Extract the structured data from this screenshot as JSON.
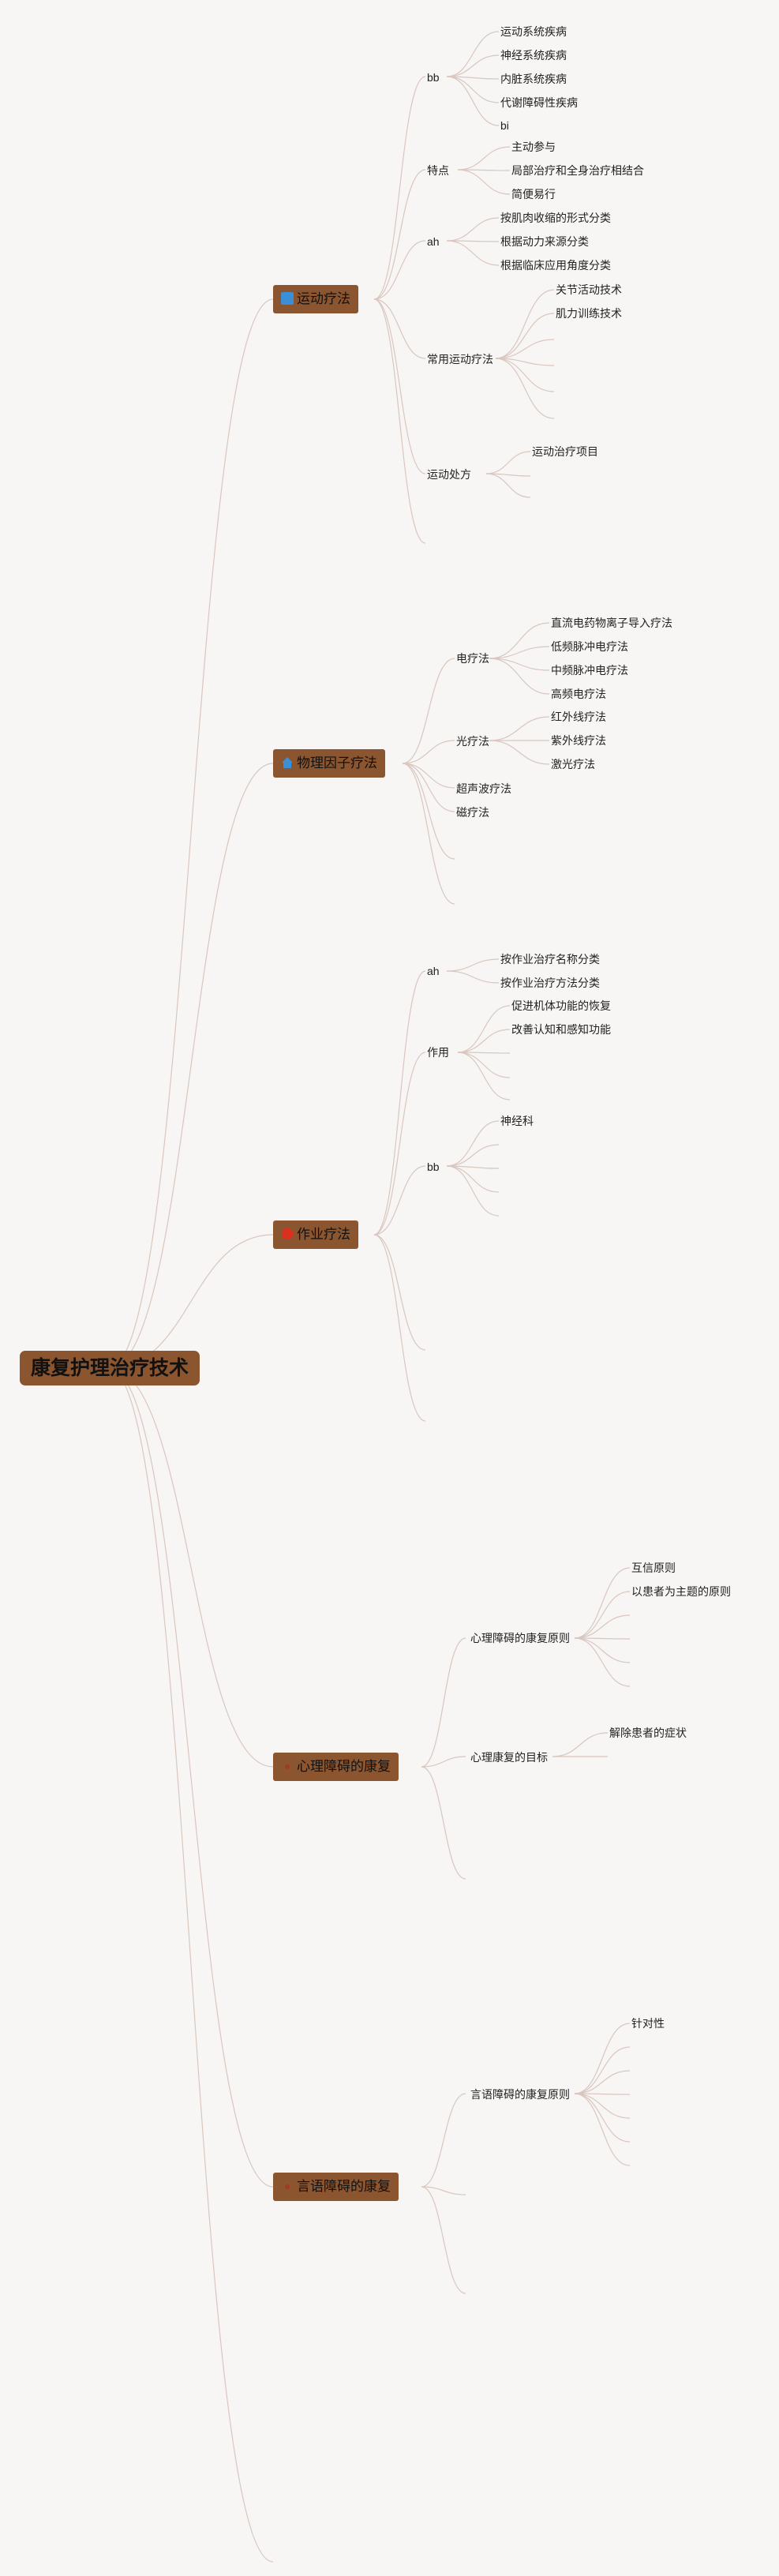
{
  "root": {
    "label": "康复护理治疗技术"
  },
  "branches": [
    {
      "label": "运动疗法",
      "icon": "blue-square-icon",
      "icon_color": "#3b8fd6"
    },
    {
      "label": "物理因子疗法",
      "icon": "home-icon",
      "icon_color": "#3b8fd6"
    },
    {
      "label": "作业疗法",
      "icon": "red-stop-icon",
      "icon_color": "#d9301f"
    },
    {
      "label": "心理障碍的康复",
      "icon": "",
      "icon_color": ""
    },
    {
      "label": "言语障碍的康复",
      "icon": "",
      "icon_color": ""
    }
  ],
  "sub": {
    "yd_bb": "bb",
    "yd_td": "特点",
    "yd_ah": "ah",
    "yd_cy": "常用运动疗法",
    "yd_cf": "运动处方",
    "wl_dl": "电疗法",
    "wl_gl": "光疗法",
    "wl_csb": "超声波疗法",
    "wl_cl": "磁疗法",
    "zy_ah": "ah",
    "zy_zy": "作用",
    "zy_bb": "bb",
    "xl_yz": "心理障碍的康复原则",
    "xl_mb": "心理康复的目标",
    "yy_yz": "言语障碍的康复原则"
  },
  "leaves": {
    "yd_bb": [
      "运动系统疾病",
      "神经系统疾病",
      "内脏系统疾病",
      "代谢障碍性疾病",
      "bi"
    ],
    "yd_td": [
      "主动参与",
      "局部治疗和全身治疗相结合",
      "简便易行"
    ],
    "yd_ah": [
      "按肌肉收缩的形式分类",
      "根据动力来源分类",
      "根据临床应用角度分类"
    ],
    "yd_cy": [
      "关节活动技术",
      "肌力训练技术"
    ],
    "yd_cf": [
      "运动治疗项目"
    ],
    "wl_dl": [
      "直流电药物离子导入疗法",
      "低频脉冲电疗法",
      "中频脉冲电疗法",
      "高频电疗法"
    ],
    "wl_gl": [
      "红外线疗法",
      "紫外线疗法",
      "激光疗法"
    ],
    "zy_ah": [
      "按作业治疗名称分类",
      "按作业治疗方法分类"
    ],
    "zy_zy": [
      "促进机体功能的恢复",
      "改善认知和感知功能"
    ],
    "zy_bb": [
      "神经科"
    ],
    "xl_yz": [
      "互信原则",
      "以患者为主题的原则"
    ],
    "xl_mb": [
      "解除患者的症状"
    ],
    "yy_yz": [
      "针对性"
    ]
  },
  "colors": {
    "node_fill": "#8b5530",
    "link": "#d9c6bf",
    "background": "#f7f6f4"
  }
}
